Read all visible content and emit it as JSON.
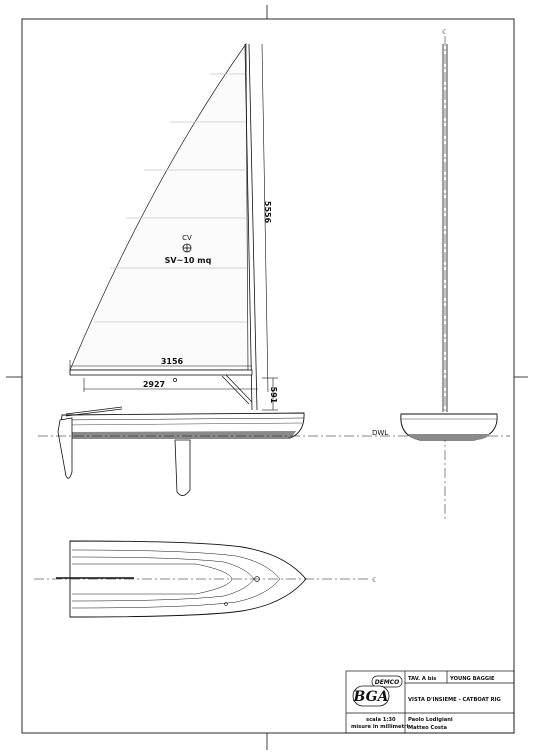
{
  "sail": {
    "cv_label": "CV",
    "area_label": "SV~10 mq"
  },
  "dimensions": {
    "mast_height": "5556",
    "boom_length": "3156",
    "foot_length": "2927",
    "boom_height": "591"
  },
  "waterline_label": "DWL",
  "title_block": {
    "logo_top": "DEMCO",
    "logo_main": "BGA",
    "sheet_code": "TAV. A bis",
    "boat_name": "YOUNG BAGGIE",
    "sheet_title": "VISTA D'INSIEME - CATBOAT RIG",
    "scale": "scala 1:30",
    "units": "misure in millimetri",
    "author_1": "Paolo Lodigiani",
    "author_2": "Matteo Costa"
  }
}
